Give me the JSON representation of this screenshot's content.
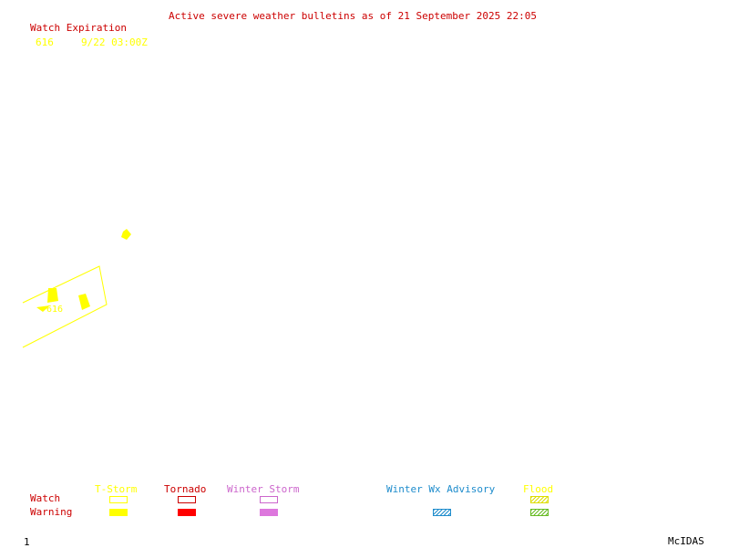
{
  "header": {
    "title": "Active severe weather bulletins as of 21 September 2025 22:05"
  },
  "watch_list": {
    "heading": "Watch Expiration",
    "rows": [
      {
        "number": "616",
        "expiration": "9/22 03:00Z"
      }
    ]
  },
  "map": {
    "watch_label": "616",
    "watch_color": "#ffff00"
  },
  "legend": {
    "row_labels": {
      "watch": "Watch",
      "warning": "Warning"
    },
    "columns": {
      "tstorm": {
        "label": "T-Storm",
        "color": "#ffff00"
      },
      "tornado": {
        "label": "Tornado",
        "color": "#ff0000"
      },
      "winter_storm": {
        "label": "Winter Storm",
        "color": "#dd77dd"
      },
      "winter_wx_advisory": {
        "label": "Winter Wx Advisory",
        "color": "#1e8ccc"
      },
      "flood": {
        "label": "Flood",
        "color": "#ffff00",
        "warning_color": "#66bb22"
      }
    }
  },
  "footer": {
    "page_number": "1",
    "brand": "McIDAS"
  }
}
